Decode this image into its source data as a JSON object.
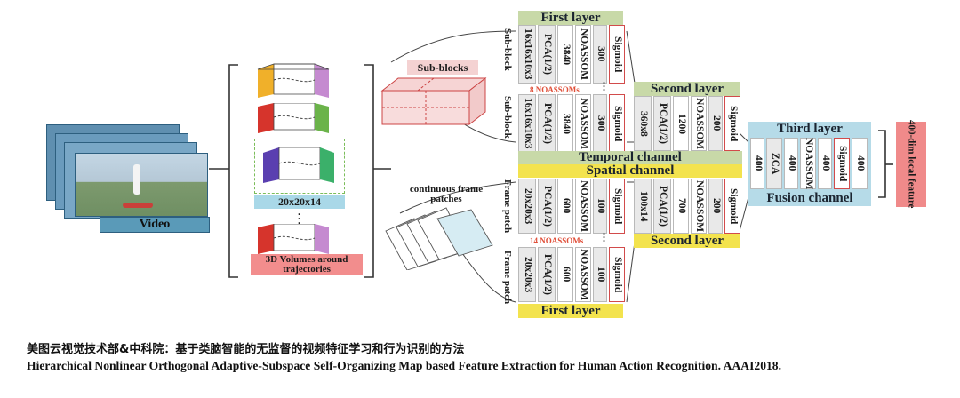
{
  "input": {
    "label": "Video"
  },
  "volumes": {
    "size_label": "20x20x14",
    "trajectory_label": "3D Volumes around trajectories"
  },
  "subblocks": {
    "label": "Sub-blocks"
  },
  "patches": {
    "label": "continuous frame patches"
  },
  "temporal": {
    "first_layer_title": "First layer",
    "side_label": "Sub-block",
    "rows": [
      [
        "16x16x10x3",
        "PCA(1/2)",
        "3840",
        "NOASSOM",
        "300",
        "Sigmoid"
      ],
      [
        "16x16x10x3",
        "PCA(1/2)",
        "3840",
        "NOASSOM",
        "300",
        "Sigmoid"
      ]
    ],
    "count_label": "8 NOASSOMs",
    "second_layer_title": "Second layer",
    "second_layer": [
      "360x8",
      "PCA(1/2)",
      "1200",
      "NOASSOM",
      "200",
      "Sigmoid"
    ],
    "channel_label": "Temporal channel"
  },
  "spatial": {
    "channel_label": "Spatial channel",
    "side_label": "Frame patch",
    "rows": [
      [
        "20x20x3",
        "PCA(1/2)",
        "600",
        "NOASSOM",
        "100",
        "Sigmoid"
      ],
      [
        "20x20x3",
        "PCA(1/2)",
        "600",
        "NOASSOM",
        "100",
        "Sigmoid"
      ]
    ],
    "count_label": "14 NOASSOMs",
    "second_layer": [
      "100x14",
      "PCA(1/2)",
      "700",
      "NOASSOM",
      "200",
      "Sigmoid"
    ],
    "second_layer_title": "Second layer",
    "first_layer_title": "First layer"
  },
  "fusion": {
    "third_layer_title": "Third layer",
    "columns": [
      "400",
      "ZCA",
      "400",
      "NOASSOM",
      "400",
      "Sigmoid",
      "400"
    ],
    "channel_label": "Fusion channel"
  },
  "output": {
    "label": "400-dim local feature"
  },
  "caption": {
    "line1": "美图云视觉技术部&中科院：基于类脑智能的无监督的视频特征学习和行为识别的方法",
    "line2": "Hierarchical Nonlinear Orthogonal Adaptive-Subspace Self-Organizing Map based Feature Extraction for Human Action Recognition. AAAI2018."
  },
  "colors": {
    "layer_header": "#c8d9a8",
    "channel_bar": "#f3e34e",
    "fusion": "#b6dbe8",
    "output": "#f08a8a",
    "sigmoid_border": "#d24b4b"
  }
}
